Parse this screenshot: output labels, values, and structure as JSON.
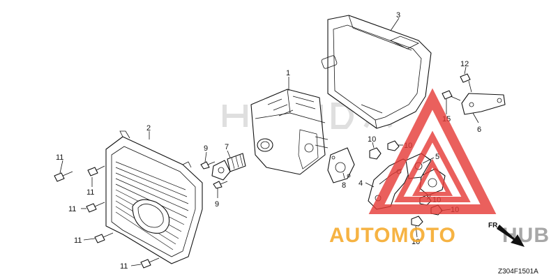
{
  "diagram": {
    "code": "Z304F1501A",
    "callouts": {
      "c1": "1",
      "c2": "2",
      "c3": "3",
      "c4": "4",
      "c5": "5",
      "c6": "6",
      "c7": "7",
      "c8": "8",
      "c9a": "9",
      "c9b": "9",
      "c10a": "10",
      "c10b": "10",
      "c10c": "10",
      "c10d": "10",
      "c10e": "10",
      "c11a": "11",
      "c11b": "11",
      "c11c": "11",
      "c11d": "11",
      "c11e": "11",
      "c12": "12",
      "c15": "15"
    },
    "fr_marker": "FR."
  },
  "watermark": {
    "text_orange": "AUTOMOTO",
    "text_gray": "HUB",
    "colors": {
      "orange": "#f5a623",
      "red": "#e53935",
      "gray": "#9e9e9e"
    }
  }
}
